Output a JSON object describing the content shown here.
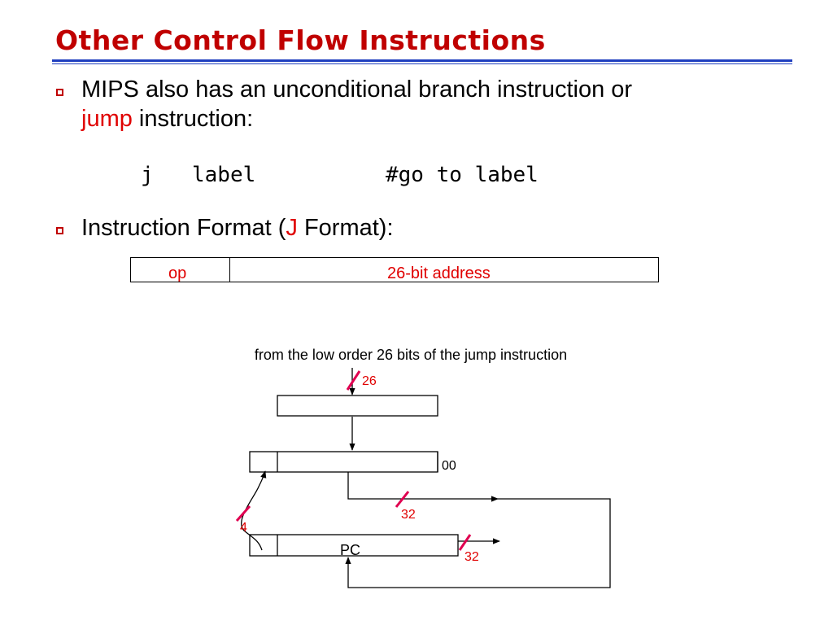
{
  "slide": {
    "title": "Other Control Flow Instructions",
    "bullets": [
      {
        "line1": "MIPS also has an unconditional branch instruction or",
        "highlight": "jump",
        "line2_rest": " instruction:"
      },
      {
        "prefix": "Instruction Format (",
        "highlight": "J",
        "suffix": " Format):"
      }
    ],
    "code": {
      "op": "j",
      "operand": "label",
      "comment": "#go to label"
    },
    "format_fields": {
      "op": "op",
      "address": "26-bit address"
    },
    "diagram": {
      "caption": "from the low order 26 bits of the jump instruction",
      "width_26": "26",
      "shift_bits": "00",
      "width_32_mid": "32",
      "width_4": "4",
      "pc_label": "PC",
      "width_32_out": "32"
    }
  }
}
